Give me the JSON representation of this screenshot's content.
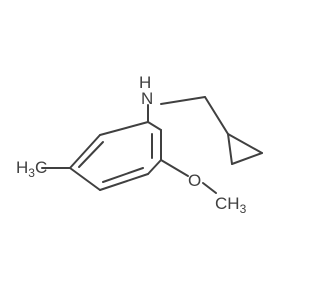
{
  "molecule": {
    "labels": {
      "nh": "H",
      "n": "N",
      "o": "O",
      "methyl_left_h": "H",
      "methyl_left_sub": "3",
      "methyl_left_c": "C",
      "methyl_right_c": "CH",
      "methyl_right_sub": "3"
    }
  },
  "colors": {
    "bond": "#404040",
    "text": "#404040",
    "background": "#ffffff"
  }
}
